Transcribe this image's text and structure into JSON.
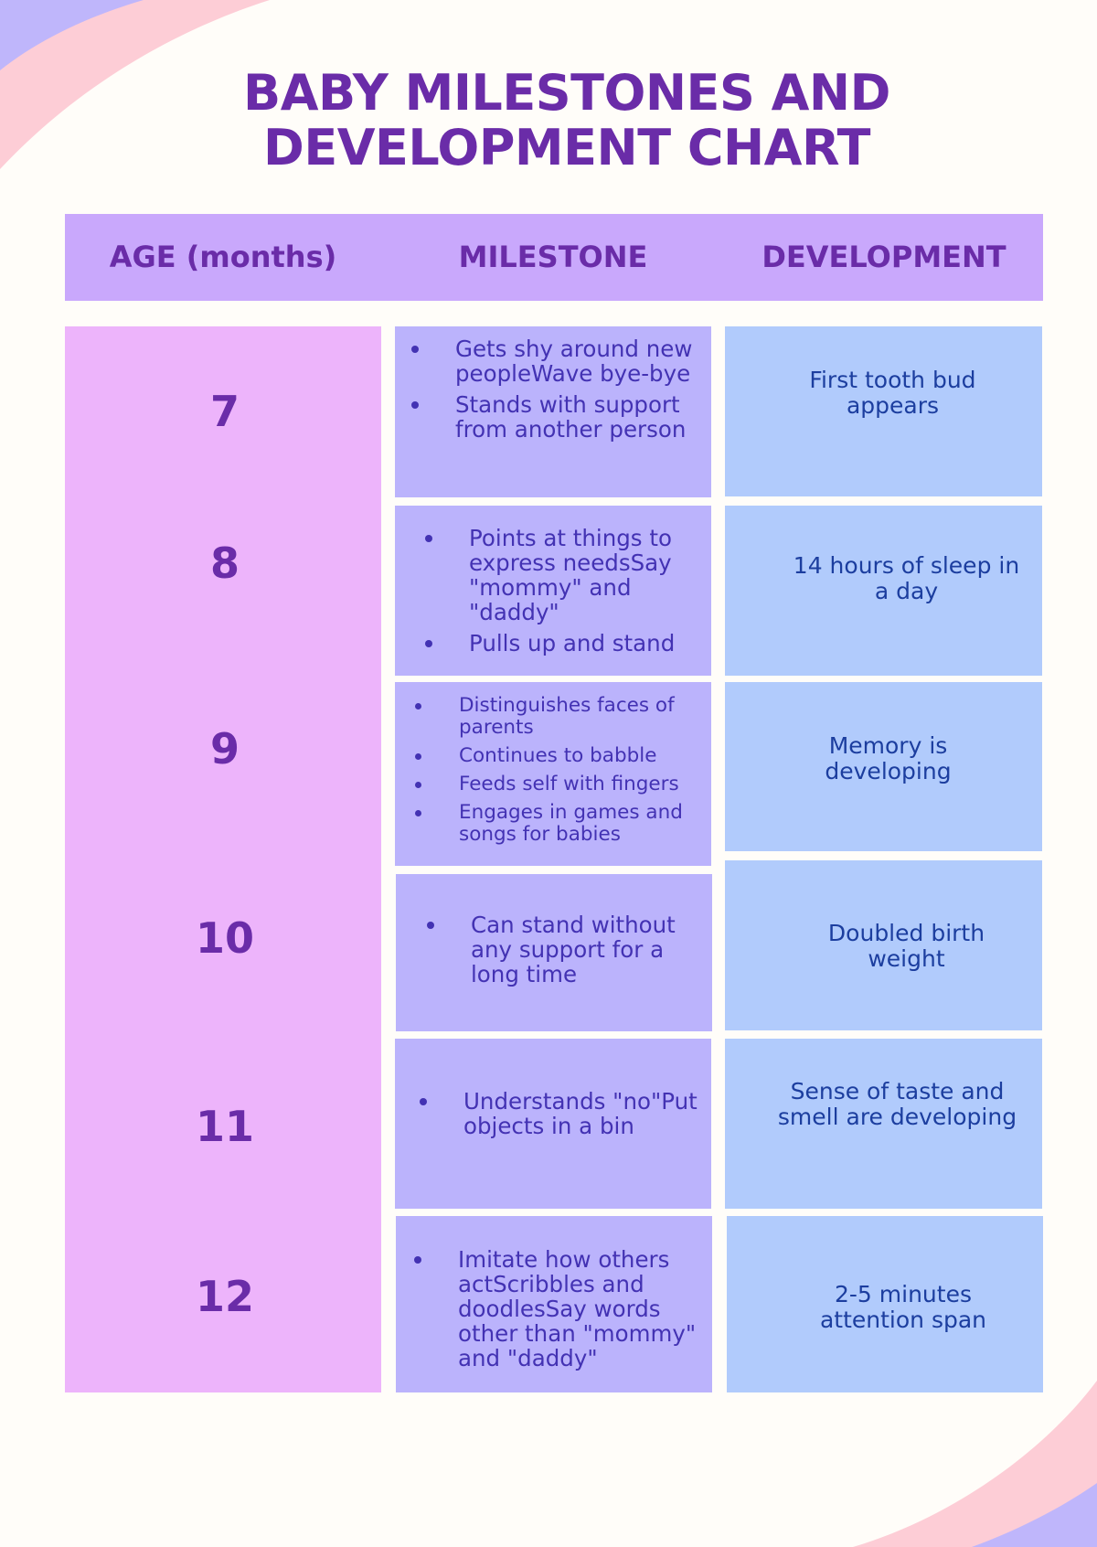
{
  "title": {
    "line1": "BABY MILESTONES AND",
    "line2": "DEVELOPMENT CHART"
  },
  "header": {
    "age": "AGE (months)",
    "milestone": "MILESTONE",
    "development": "DEVELOPMENT"
  },
  "colors": {
    "background": "#fffdf9",
    "title": "#6a2ca8",
    "header_bg": "#c9a8fc",
    "age_bg": "#edb4fb",
    "milestone_bg": "#bbb3fc",
    "milestone_text": "#4332b3",
    "development_bg": "#b1cbfc",
    "development_text": "#1c3e9f",
    "decor_pink": "#fdcdd6",
    "decor_purple": "#bfb6fb"
  },
  "rows": [
    {
      "age": "7",
      "milestones": [
        "Gets shy around new peopleWave bye-bye",
        "Stands with support from another person"
      ],
      "development": "First tooth bud appears"
    },
    {
      "age": "8",
      "milestones": [
        "Points at things to express needsSay \"mommy\" and \"daddy\"",
        "Pulls up and stand"
      ],
      "development": "14 hours of sleep in a day"
    },
    {
      "age": "9",
      "milestones": [
        "Distinguishes faces of parents",
        "Continues to babble",
        "Feeds self with fingers",
        "Engages in games and songs for babies"
      ],
      "development": "Memory is developing"
    },
    {
      "age": "10",
      "milestones": [
        "Can stand without any support for a long time"
      ],
      "development": "Doubled birth weight"
    },
    {
      "age": "11",
      "milestones": [
        "Understands \"no\"Put objects in a bin"
      ],
      "development": "Sense of taste and smell are developing"
    },
    {
      "age": "12",
      "milestones": [
        "Imitate how others actScribbles and doodlesSay words other than \"mommy\" and \"daddy\""
      ],
      "development": "2-5 minutes attention span"
    }
  ]
}
